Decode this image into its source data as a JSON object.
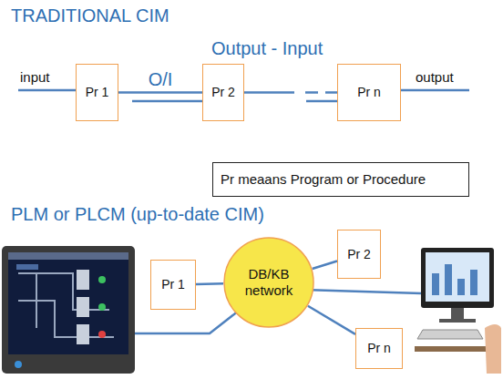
{
  "diagram": {
    "nodes": [
      {
        "text": [
          "Pr 1"
        ]
      },
      {
        "text": [
          "Pr 2"
        ]
      },
      {
        "text": [
          "Pr n"
        ]
      },
      {
        "text": [
          "Pr meaans Program or Procedure"
        ]
      },
      {
        "text": [
          "Pr 1"
        ]
      },
      {
        "text": [
          "DB/KB network"
        ]
      },
      {
        "text": [
          "Pr 2"
        ]
      },
      {
        "text": [
          "Pr n"
        ]
      }
    ],
    "edges": [
      {
        "from": 0,
        "to": 1,
        "label": "O/I",
        "arrow": "none"
      },
      {
        "from": 1,
        "to": 2,
        "arrow": "none"
      },
      {
        "from": 4,
        "to": 5,
        "arrow": "none"
      },
      {
        "from": 5,
        "to": 6,
        "arrow": "none"
      },
      {
        "from": 5,
        "to": 7,
        "arrow": "none"
      }
    ],
    "labels": [
      "TRADITIONAL CIM",
      "Output - Input",
      "input",
      "output",
      "PLM or PLCM (up-to-date CIM)"
    ]
  }
}
